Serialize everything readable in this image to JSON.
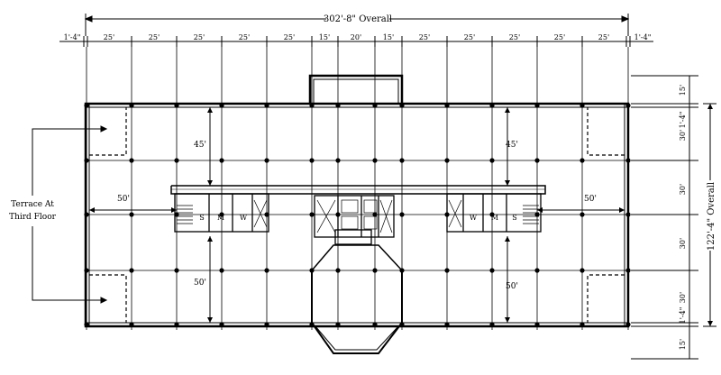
{
  "overall_width_label": "302'-8\" Overall",
  "overall_depth_label": "122'-4\" Overall",
  "top_bay_labels": [
    "1'-4\"",
    "25'",
    "25'",
    "25'",
    "25'",
    "25'",
    "15'",
    "20'",
    "15'",
    "25'",
    "25'",
    "25'",
    "25'",
    "25'",
    "1'-4\""
  ],
  "right_bay_labels": [
    "15'",
    "1'-4\"",
    "30'",
    "30'",
    "30'",
    "30'",
    "1'-4\"",
    "15'"
  ],
  "dimension_notes": {
    "upper_left_depth": "45'",
    "upper_right_depth": "45'",
    "left_span": "50'",
    "right_span": "50'",
    "lower_left_depth": "50'",
    "lower_right_depth": "50'"
  },
  "terrace_label_line1": "Terrace At",
  "terrace_label_line2": "Third Floor",
  "core_marks": {
    "stair": "S",
    "men": "M",
    "women": "W"
  }
}
